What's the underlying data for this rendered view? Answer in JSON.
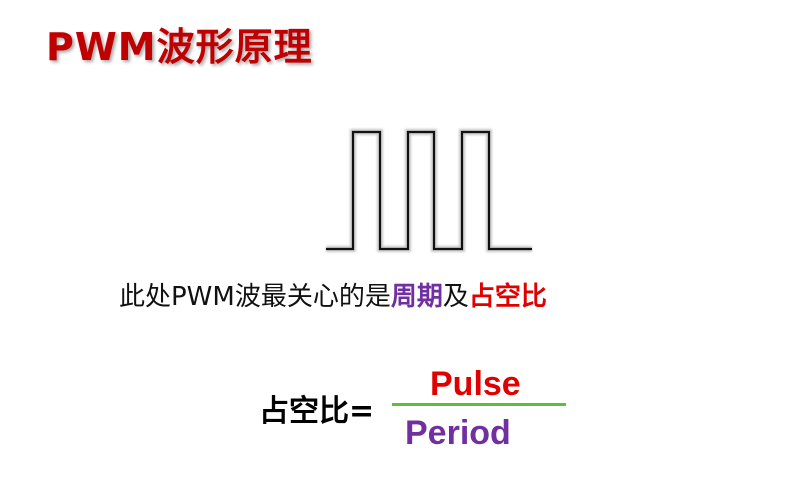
{
  "slide": {
    "title": "PWM波形原理"
  },
  "waveform": {
    "pulses": 3,
    "stroke_color": "#000000"
  },
  "statement": {
    "prefix": "此处PWM波最关心的是",
    "period": "周期",
    "conjunction": "及",
    "duty_cycle": "占空比"
  },
  "formula": {
    "label": "占空比=",
    "numerator": "Pulse",
    "denominator": "Period",
    "bar_color": "#5bbf3a",
    "numerator_color": "#e00000",
    "denominator_color": "#7030a0"
  }
}
